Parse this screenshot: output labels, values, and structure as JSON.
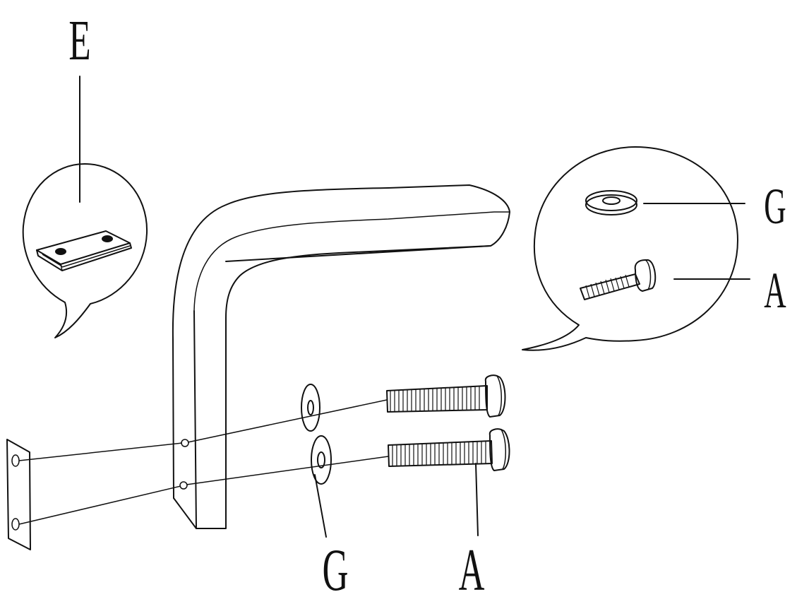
{
  "labels": {
    "bracket_part": "E",
    "washer_top": "G",
    "screw_top": "A",
    "washer_bottom": "G",
    "screw_bottom": "A"
  },
  "colors": {
    "line": "#111111",
    "background": "#ffffff"
  },
  "icons": [
    "connector-plate-icon",
    "washer-icon",
    "screw-icon",
    "armrest-icon"
  ]
}
